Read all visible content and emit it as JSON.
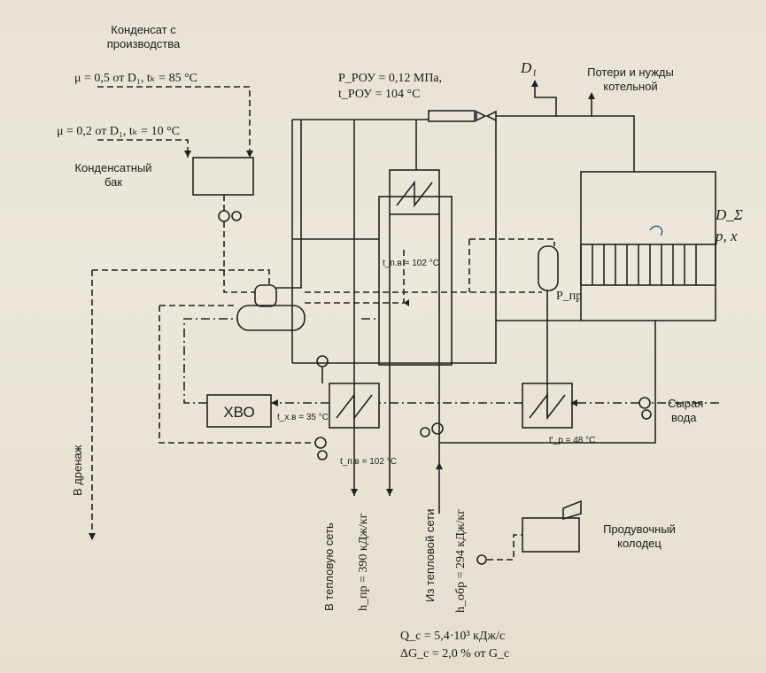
{
  "labels": {
    "condensate_from_production_l1": "Конденсат с",
    "condensate_from_production_l2": "производства",
    "mu_1": "μ = 0,5 от D₁, tₖ = 85 °C",
    "mu_2": "μ = 0,2 от D₁, tₖ = 10 °C",
    "condensate_tank_l1": "Конденсатный",
    "condensate_tank_l2": "бак",
    "prou_pressure": "P_РОУ = 0,12 МПа,",
    "prou_temp": "t_РОУ = 104 °C",
    "d1": "D₁",
    "losses_l1": "Потери и нужды",
    "losses_l2": "котельной",
    "d_sigma": "D_Σ",
    "p_x": "p, x",
    "p_pr": "P_пр",
    "t_102_top": "t_п.в = 102 °C",
    "hvo": "ХВО",
    "t_35": "t_х.в = 35 °C",
    "t_102_bottom": "t_п.в = 102 °C",
    "t_48": "t'_р = 48 °C",
    "raw_water_l1": "Сырая",
    "raw_water_l2": "вода",
    "to_drain": "В дренаж",
    "to_heat_network": "В тепловую сеть",
    "h_supply": "h_пр = 390 кДж/кг",
    "from_heat_network": "Из тепловой сети",
    "h_return": "h_обр = 294 кДж/кг",
    "blowdown_l1": "Продувочный",
    "blowdown_l2": "колодец",
    "q_load": "Q_с = 5,4·10³ кДж/с",
    "delta_g": "ΔG_с = 2,0 % от G_с"
  },
  "colors": {
    "ink": "#222222",
    "paper": "#e9e3d6",
    "pen_mark": "#3a4a8a"
  }
}
